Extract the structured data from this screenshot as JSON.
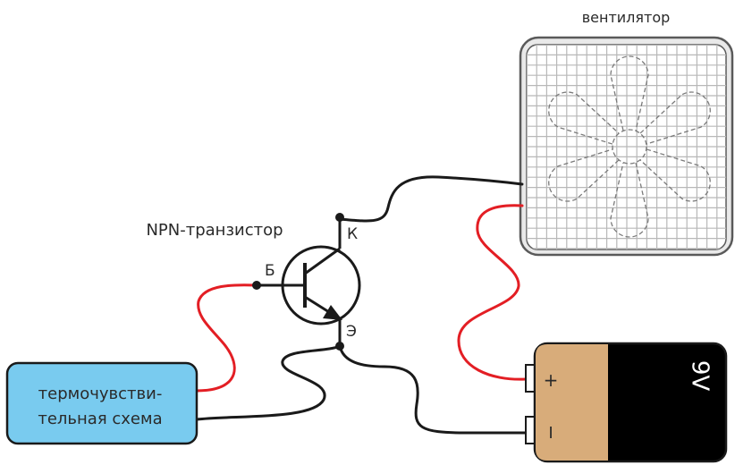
{
  "labels": {
    "fan": "вентилятор",
    "transistor": "NPN-транзистор",
    "base": "Б",
    "collector": "К",
    "emitter": "Э",
    "sensor_line1": "термочувстви-",
    "sensor_line2": "тельная схема",
    "battery_voltage": "9V",
    "battery_plus": "+",
    "battery_minus": "I"
  },
  "colors": {
    "wire_black": "#1a1a1a",
    "wire_red": "#e31e24",
    "sensor_fill": "#79cbef",
    "battery_body": "#d8ac7a",
    "battery_cap": "#000000",
    "fan_frame": "#e9e9e9",
    "fan_grid": "#b8b8b8"
  },
  "icons": {
    "fan": "fan-icon",
    "battery": "battery-icon",
    "transistor": "npn-transistor-symbol"
  }
}
